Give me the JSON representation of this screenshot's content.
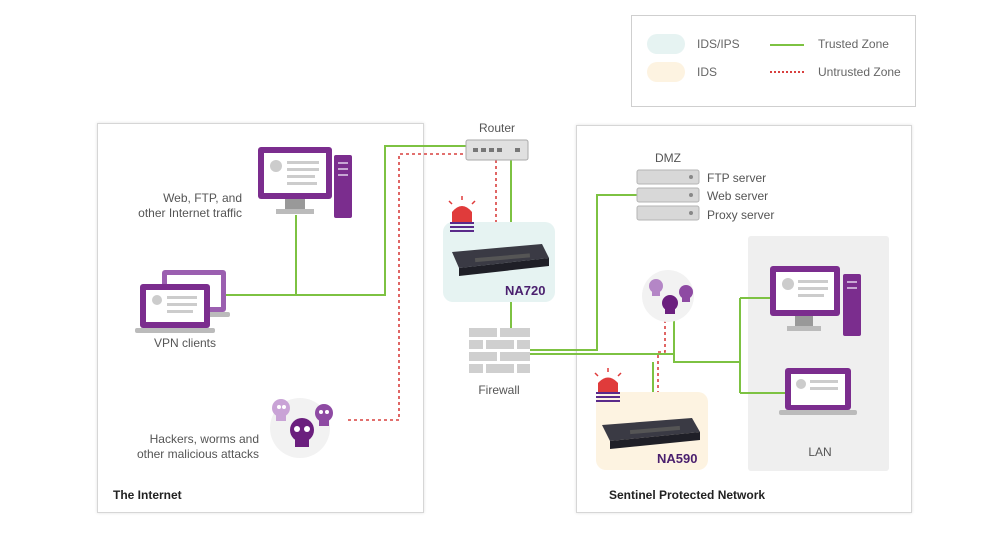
{
  "legend": {
    "items": [
      {
        "type": "swatch",
        "label": "IDS/IPS",
        "color": "#e6f3f2"
      },
      {
        "type": "swatch",
        "label": "IDS",
        "color": "#fdf3e1"
      },
      {
        "type": "line",
        "label": "Trusted Zone",
        "color": "#7dc242",
        "style": "solid"
      },
      {
        "type": "line",
        "label": "Untrusted Zone",
        "color": "#d9403f",
        "style": "dotted"
      }
    ]
  },
  "zones": {
    "internet": {
      "title": "The Internet"
    },
    "protected": {
      "title": "Sentinel Protected Network"
    },
    "lan": {
      "title": "LAN"
    },
    "dmz": {
      "title": "DMZ"
    }
  },
  "nodes": {
    "web_traffic": {
      "label_line1": "Web, FTP, and",
      "label_line2": "other Internet traffic"
    },
    "vpn": {
      "label": "VPN clients"
    },
    "hackers": {
      "label_line1": "Hackers, worms and",
      "label_line2": "other malicious attacks"
    },
    "router": {
      "label": "Router"
    },
    "firewall": {
      "label": "Firewall"
    },
    "na720": {
      "label": "NA720"
    },
    "na590": {
      "label": "NA590"
    },
    "servers": [
      "FTP server",
      "Web server",
      "Proxy server"
    ]
  },
  "colors": {
    "trusted": "#7dc242",
    "untrusted": "#d9403f",
    "purple": "#7b2d8e",
    "device_dark": "#2a2a35"
  }
}
